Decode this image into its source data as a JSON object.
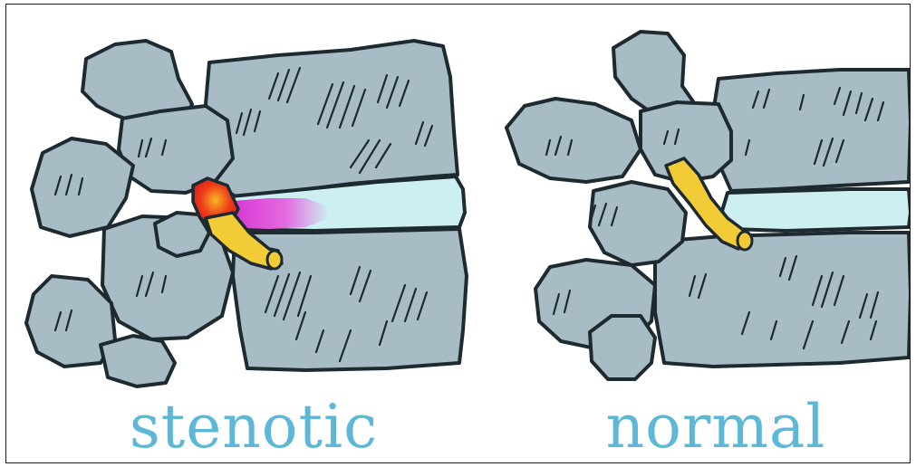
{
  "captions": {
    "left": "stenotic",
    "right": "normal"
  },
  "colors": {
    "bone": "#a8bcc6",
    "outline": "#1d2a30",
    "disc": "#cdeff2",
    "nerve": "#f2cc36",
    "inflamed_red": "#e8221c",
    "bulge_magenta": "#e04fd8",
    "caption": "#5cb8d6"
  },
  "figures": [
    {
      "name": "stenotic-vertebrae",
      "nerve_state": "compressed"
    },
    {
      "name": "normal-vertebrae",
      "nerve_state": "free"
    }
  ]
}
